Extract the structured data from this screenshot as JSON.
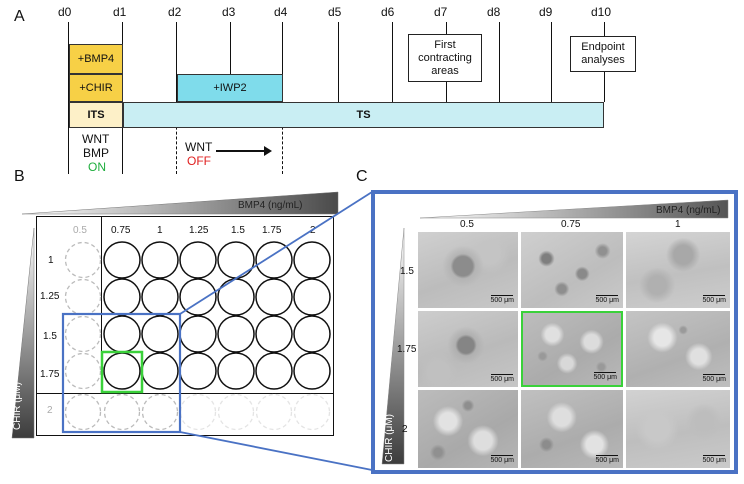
{
  "panel_a": {
    "letter": "A",
    "days": [
      "d0",
      "d1",
      "d2",
      "d3",
      "d4",
      "d5",
      "d6",
      "d7",
      "d8",
      "d9",
      "d10"
    ],
    "bmp4": "+BMP4",
    "chir": "+CHIR",
    "iwp2": "+IWP2",
    "its": "ITS",
    "ts": "TS",
    "first_contracting": [
      "First",
      "contracting",
      "areas"
    ],
    "endpoint": [
      "Endpoint",
      "analyses"
    ],
    "wnt_on": {
      "line1": "WNT",
      "line2": "BMP",
      "line3": "ON"
    },
    "wnt_off": {
      "line1": "WNT",
      "line2": "OFF"
    },
    "colors": {
      "bmp_chir": "#f7d046",
      "its": "#fdf0c8",
      "iwp2": "#7fdceb",
      "ts": "#c9eef3",
      "on": "#1fae3e",
      "off": "#e02020"
    }
  },
  "panel_b": {
    "letter": "B",
    "bmp4_label": "BMP4 (ng/mL)",
    "chir_label": "CHIR (μM)",
    "bmp4_values": [
      "0.5",
      "0.75",
      "1",
      "1.25",
      "1.5",
      "1.75",
      "2"
    ],
    "chir_values": [
      "1",
      "1.25",
      "1.5",
      "1.75",
      "2"
    ],
    "highlight": {
      "chir": "1.75",
      "bmp4": "0.75"
    },
    "colors": {
      "highlight": "#3ad13a",
      "selection": "#4a72c4"
    }
  },
  "panel_c": {
    "letter": "C",
    "bmp4_label": "BMP4 (ng/mL)",
    "chir_label": "CHIR (μM)",
    "bmp4_values": [
      "0.5",
      "0.75",
      "1"
    ],
    "chir_values": [
      "1.5",
      "1.75",
      "2"
    ],
    "scale_label": "500 μm",
    "highlight": {
      "chir": "1.75",
      "bmp4": "0.75"
    },
    "colors": {
      "frame": "#4a72c4",
      "highlight": "#3ad13a"
    }
  }
}
